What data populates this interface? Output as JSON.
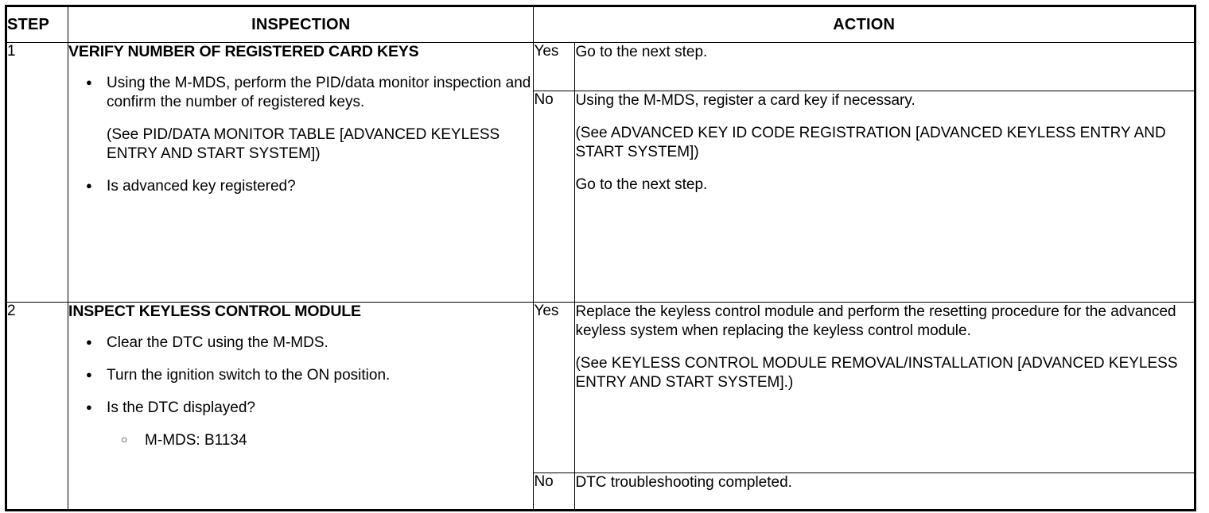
{
  "table": {
    "headers": {
      "step": "STEP",
      "inspection": "INSPECTION",
      "action": "ACTION"
    },
    "steps": [
      {
        "number": "1",
        "inspection": {
          "title": "VERIFY NUMBER OF REGISTERED CARD KEYS",
          "items": [
            {
              "marker": "bullet",
              "text": "Using the M-MDS, perform the PID/data monitor inspection and confirm the number of registered keys."
            },
            {
              "marker": "none",
              "text": "(See PID/DATA MONITOR TABLE [ADVANCED KEYLESS ENTRY AND START SYSTEM])"
            },
            {
              "marker": "bullet",
              "text": "Is advanced key registered?"
            }
          ]
        },
        "results": [
          {
            "label": "Yes",
            "paragraphs": [
              "Go to the next step."
            ]
          },
          {
            "label": "No",
            "paragraphs": [
              "Using the M-MDS, register a card key if necessary.",
              "(See ADVANCED KEY ID CODE REGISTRATION [ADVANCED KEYLESS ENTRY AND START SYSTEM])",
              "Go to the next step."
            ]
          }
        ]
      },
      {
        "number": "2",
        "inspection": {
          "title": "INSPECT KEYLESS CONTROL MODULE",
          "items": [
            {
              "marker": "bullet",
              "text": "Clear the DTC using the M-MDS."
            },
            {
              "marker": "bullet",
              "text": "Turn the ignition switch to the ON position."
            },
            {
              "marker": "bullet",
              "text": "Is the DTC displayed?"
            },
            {
              "marker": "circle",
              "text": "M-MDS: B1134"
            }
          ]
        },
        "results": [
          {
            "label": "Yes",
            "paragraphs": [
              "Replace the keyless control module and perform the resetting procedure for the advanced keyless system when replacing the keyless control module.",
              "(See KEYLESS CONTROL MODULE REMOVAL/INSTALLATION [ADVANCED KEYLESS ENTRY AND START SYSTEM].)"
            ]
          },
          {
            "label": "No",
            "paragraphs": [
              "DTC troubleshooting completed."
            ]
          }
        ]
      }
    ]
  },
  "colors": {
    "border": "#000000",
    "background": "#ffffff",
    "text": "#000000"
  }
}
